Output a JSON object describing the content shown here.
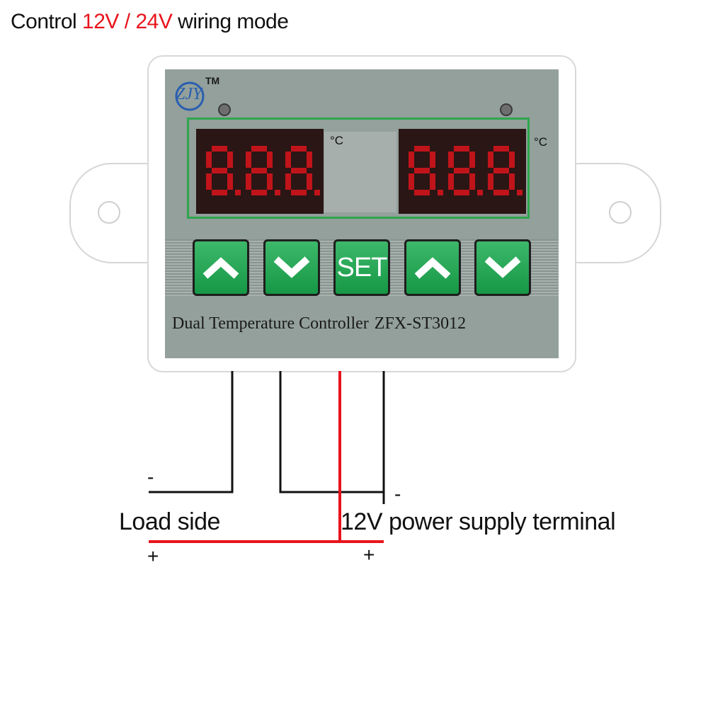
{
  "title": {
    "prefix": "Control ",
    "v1": "12V",
    "slash": " / ",
    "v2": "24V",
    "suffix": " wiring mode",
    "accent_color": "#e8141c"
  },
  "device": {
    "logo_text": "ZJY",
    "tm": "TM",
    "display_left": "8.8.8.",
    "display_right": "8.8.8.",
    "unit_left": "°C",
    "unit_right": "°C",
    "buttons": [
      {
        "name": "up-button-1",
        "type": "icon",
        "icon": "chevron-up-icon"
      },
      {
        "name": "down-button-1",
        "type": "icon",
        "icon": "chevron-down-icon"
      },
      {
        "name": "set-button",
        "type": "text",
        "label": "SET"
      },
      {
        "name": "up-button-2",
        "type": "icon",
        "icon": "chevron-up-icon"
      },
      {
        "name": "down-button-2",
        "type": "icon",
        "icon": "chevron-down-icon"
      }
    ],
    "model_text": "Dual Temperature Controller",
    "model_number": "ZFX-ST3012",
    "panel_color": "#93a09b",
    "button_color": "#169846",
    "frame_color": "#2fa64e",
    "display_color": "#c0141a"
  },
  "wiring": {
    "load_label": "Load side",
    "power_label": "12V power supply terminal",
    "load_minus": "-",
    "load_plus": "+",
    "power_minus": "-",
    "power_plus": "+",
    "wire_color_positive": "#e8141c",
    "wire_color_negative": "#111111"
  }
}
